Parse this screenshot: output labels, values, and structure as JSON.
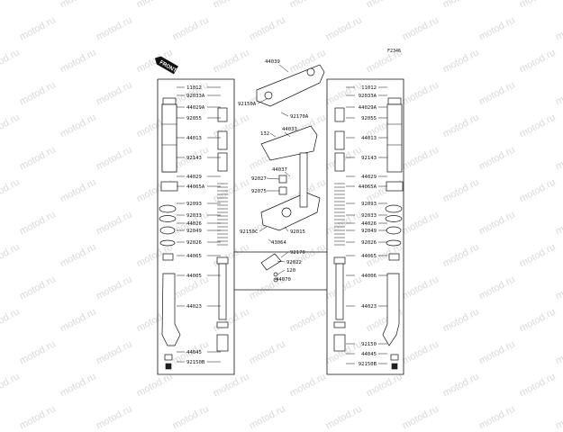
{
  "diagram": {
    "reference": "F2346",
    "front_label": "FRONT",
    "watermark": "motod.ru",
    "center_labels": [
      "44039",
      "92150A",
      "92170A",
      "132",
      "44033",
      "44037",
      "92027",
      "92075",
      "92150C",
      "92015",
      "43064",
      "92170",
      "92022",
      "120",
      "44070"
    ],
    "left_labels": [
      "11012",
      "92033A",
      "44029A",
      "92055",
      "44013",
      "92143",
      "44029",
      "44065A",
      "92093",
      "92033",
      "44026",
      "92049",
      "92026",
      "44065",
      "44005",
      "44023",
      "44045",
      "92150B"
    ],
    "right_labels": [
      "11012",
      "92033A",
      "44029A",
      "92055",
      "44013",
      "92143",
      "44029",
      "44065A",
      "92093",
      "92033",
      "44026",
      "92049",
      "92026",
      "44065",
      "44006",
      "44023",
      "92150",
      "44045",
      "92150B"
    ]
  }
}
